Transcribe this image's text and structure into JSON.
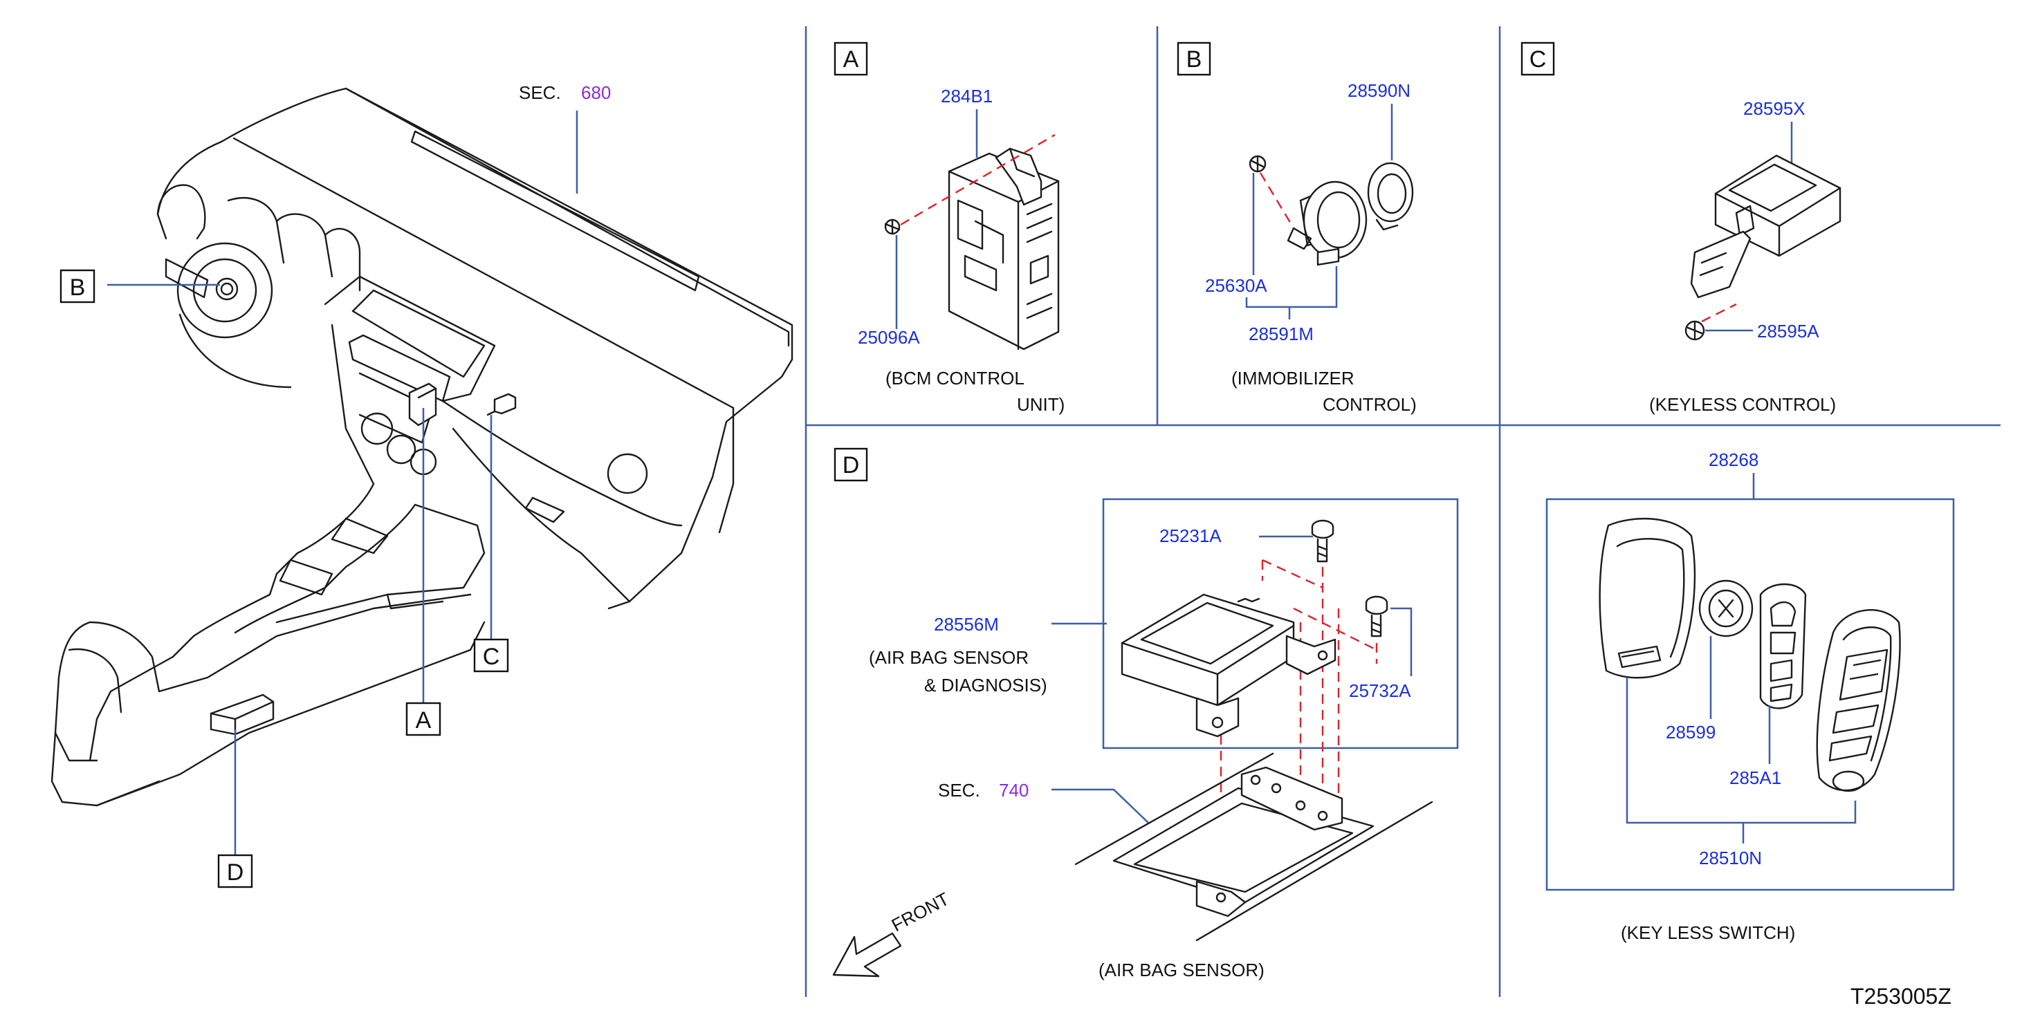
{
  "sections": {
    "overview": {
      "sec_prefix": "SEC.",
      "sec_number": "680",
      "callouts": [
        "A",
        "B",
        "C",
        "D"
      ]
    },
    "A": {
      "letter": "A",
      "parts": [
        "284B1",
        "25096A"
      ],
      "caption_line1": "(BCM   CONTROL",
      "caption_line2": "UNIT)"
    },
    "B": {
      "letter": "B",
      "parts": [
        "28590N",
        "25630A",
        "28591M"
      ],
      "caption_line1": "(IMMOBILIZER",
      "caption_line2": "CONTROL)"
    },
    "C": {
      "letter": "C",
      "parts": [
        "28595X",
        "28595A"
      ],
      "caption": "(KEYLESS   CONTROL)"
    },
    "D": {
      "letter": "D",
      "parts": [
        "25231A",
        "28556M",
        "25732A"
      ],
      "part_desc_line1": "(AIR   BAG   SENSOR",
      "part_desc_line2": "&   DIAGNOSIS)",
      "sec_prefix": "SEC.",
      "sec_number": "740",
      "front_label": "FRONT",
      "caption": "(AIR   BAG   SENSOR)"
    },
    "E": {
      "parts": [
        "28268",
        "28599",
        "285A1",
        "28510N"
      ],
      "caption": "(KEY   LESS   SWITCH)"
    }
  },
  "drawing_code": "T253005Z"
}
